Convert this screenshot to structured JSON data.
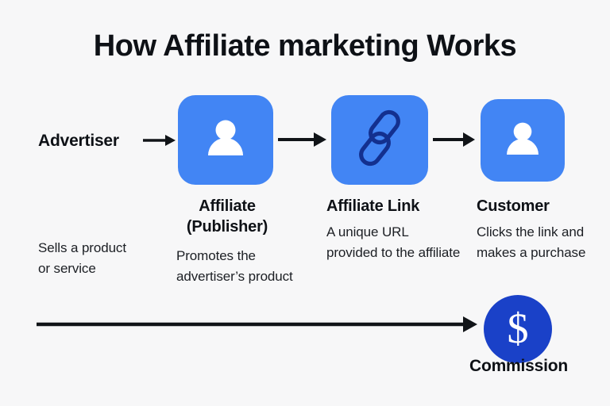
{
  "page": {
    "title": "How Affiliate marketing Works",
    "background_color": "#f7f7f8"
  },
  "colors": {
    "tile_blue": "#4285f4",
    "link_icon_navy": "#102a8c",
    "commission_blue": "#1a41c8",
    "text_dark": "#0e1116",
    "arrow_black": "#111418"
  },
  "flow": {
    "start_label": "Advertiser",
    "start_caption": "Sells a product or service",
    "steps": [
      {
        "icon": "person-icon",
        "heading": "Affiliate (Publisher)",
        "body": "Promotes the advertiser’s product"
      },
      {
        "icon": "link-icon",
        "heading": "Affiliate Link",
        "body": "A unique URL provided to the affiliate"
      },
      {
        "icon": "person-icon",
        "heading": "Customer",
        "body": "Clicks the link and makes a purchase"
      }
    ],
    "arrows": [
      "arrow-advertiser-to-affiliate",
      "arrow-affiliate-to-link",
      "arrow-link-to-customer",
      "arrow-commission-flow"
    ]
  },
  "commission": {
    "symbol": "$",
    "label": "Commission"
  }
}
